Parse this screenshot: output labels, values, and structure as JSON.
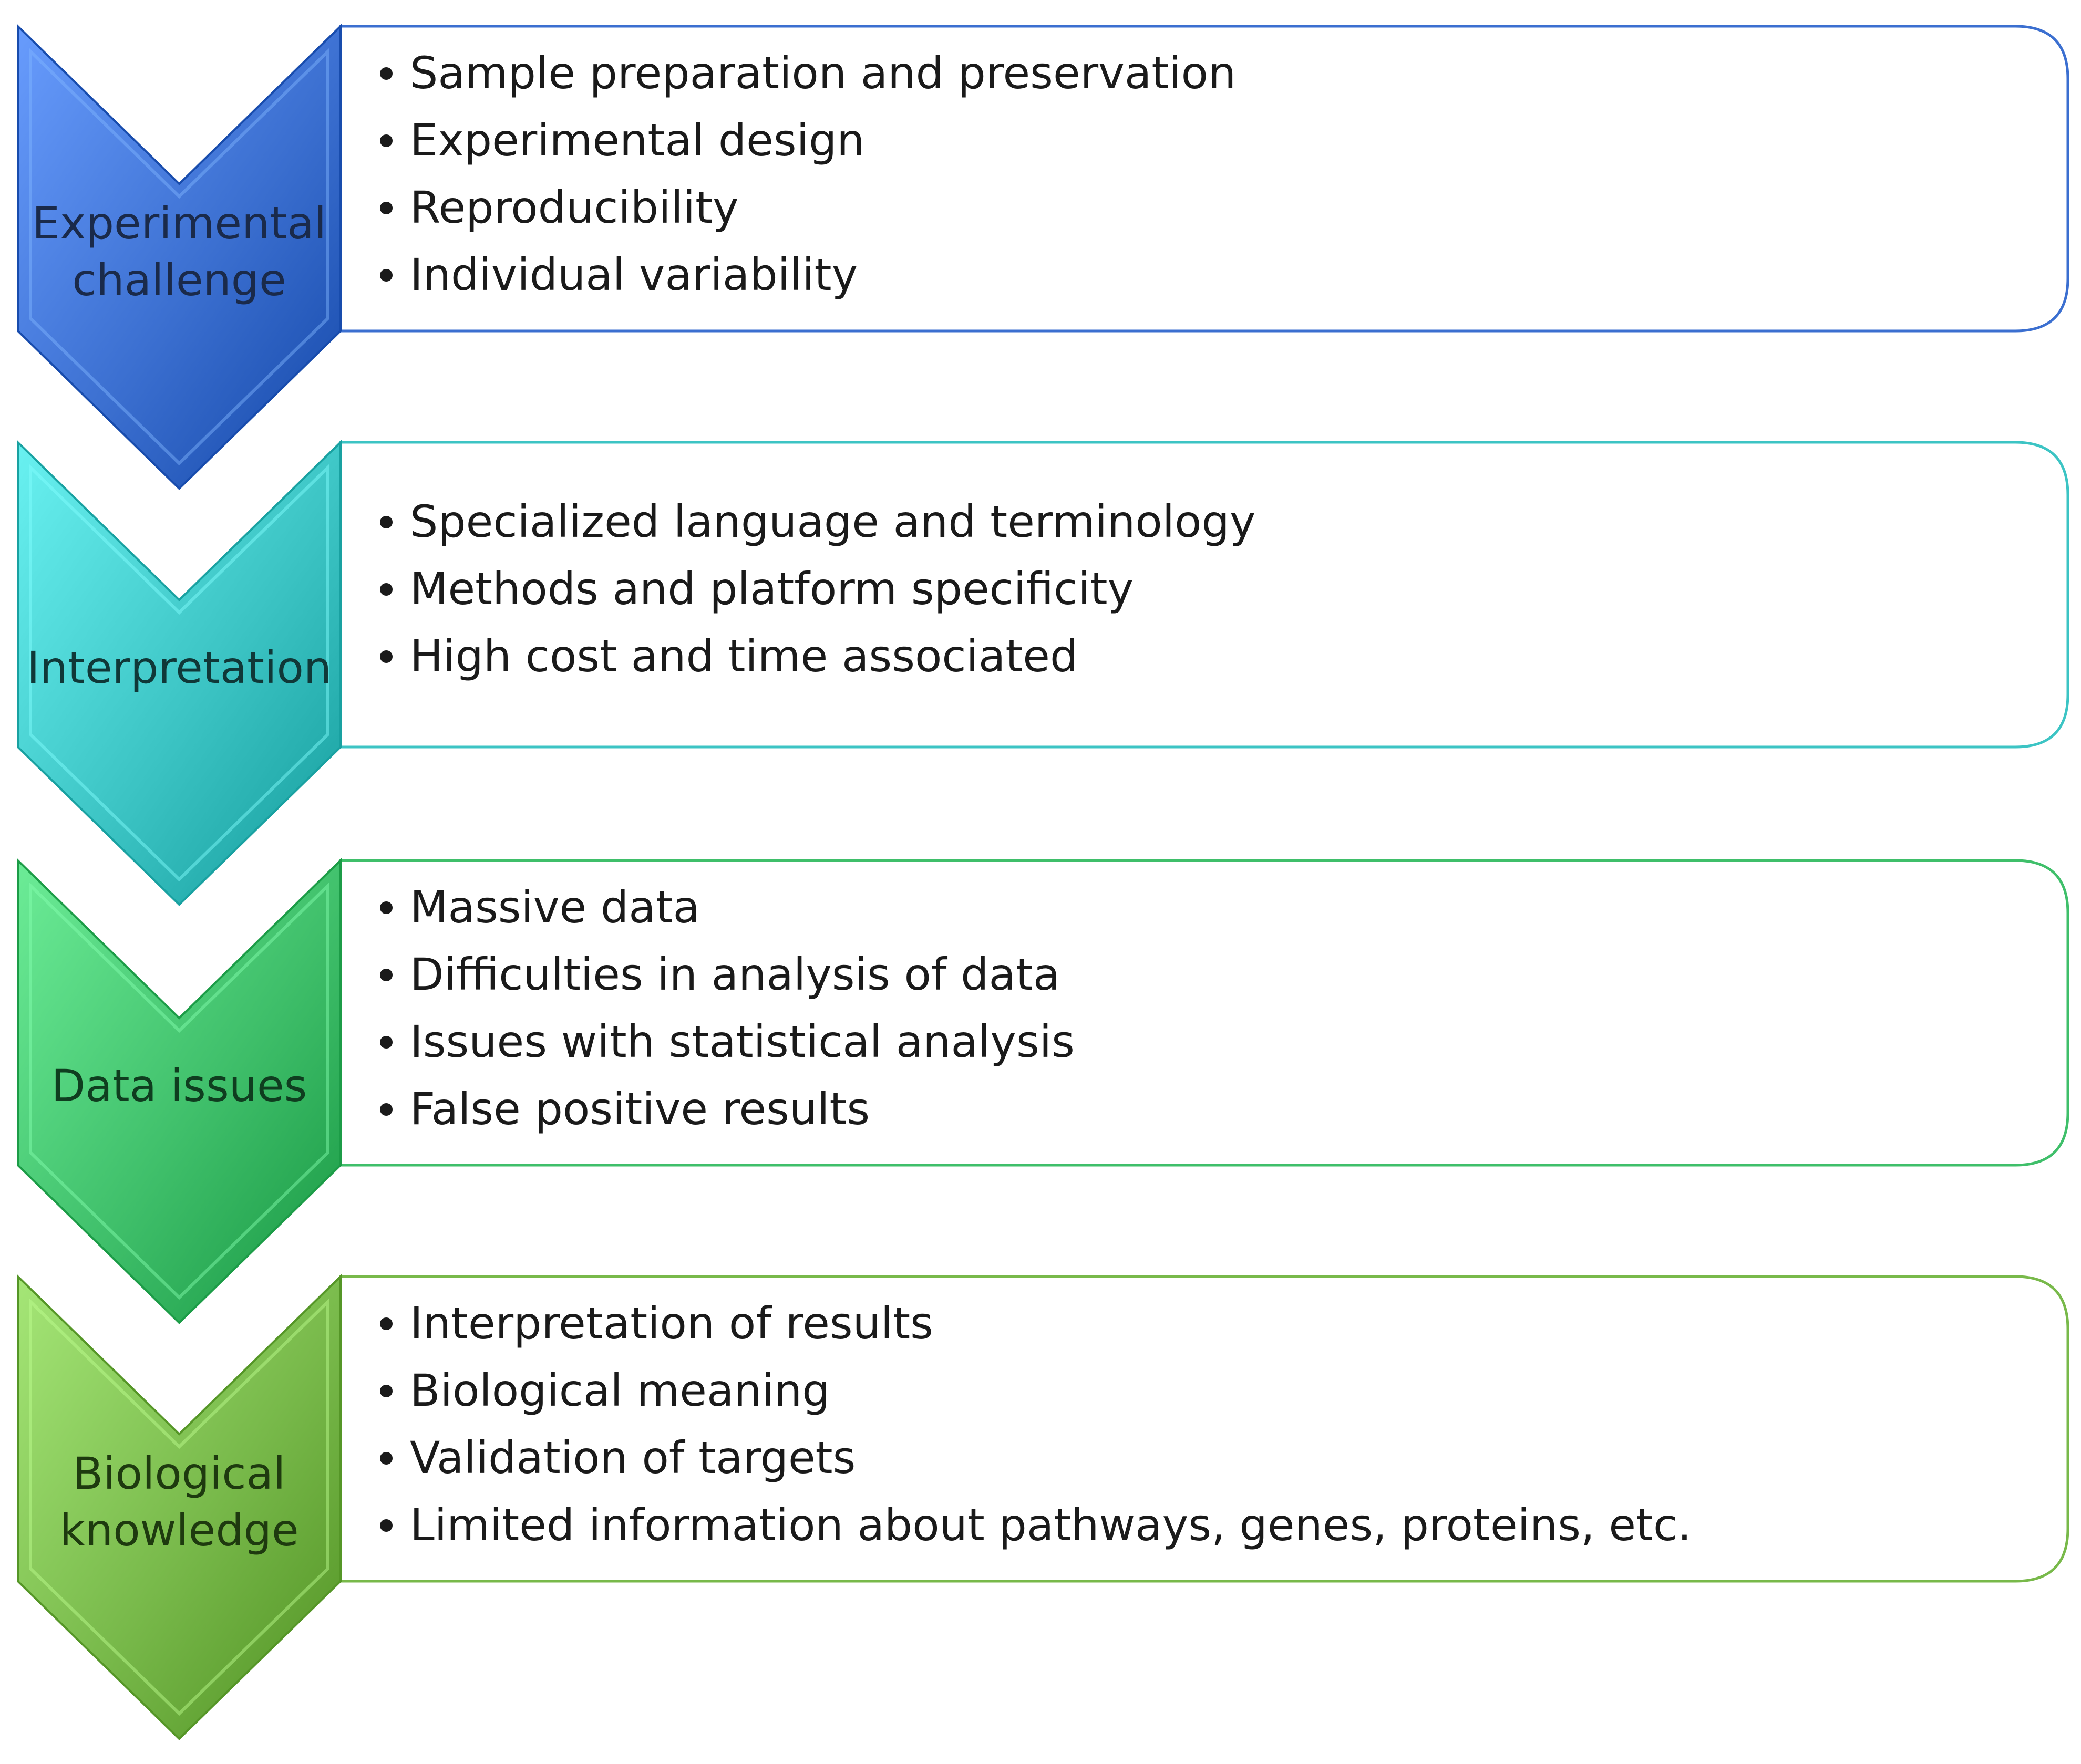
{
  "colors": {
    "experimental_challenge": "#3b6fd0",
    "interpretation": "#3cc4c4",
    "data_issues": "#3fbf6a",
    "biological_knowledge": "#78b94a",
    "box_background": "#ffffff",
    "text": "#1a1a1a"
  },
  "stages": [
    {
      "label_lines": [
        "Experimental",
        "challenge"
      ],
      "items": [
        "Sample preparation and preservation",
        "Experimental  design",
        "Reproducibility",
        "Individual variability"
      ]
    },
    {
      "label_lines": [
        "Interpretation"
      ],
      "items": [
        "Specialized language and terminology",
        "Methods and platform specificity",
        "High cost and time associated"
      ]
    },
    {
      "label_lines": [
        "Data issues"
      ],
      "items": [
        "Massive data",
        "Difficulties  in analysis of data",
        "Issues with  statistical analysis",
        "False positive results"
      ]
    },
    {
      "label_lines": [
        "Biological",
        "knowledge"
      ],
      "items": [
        "Interpretation  of results",
        "Biological  meaning",
        "Validation of targets",
        "Limited information about pathways, genes, proteins, etc."
      ]
    }
  ]
}
